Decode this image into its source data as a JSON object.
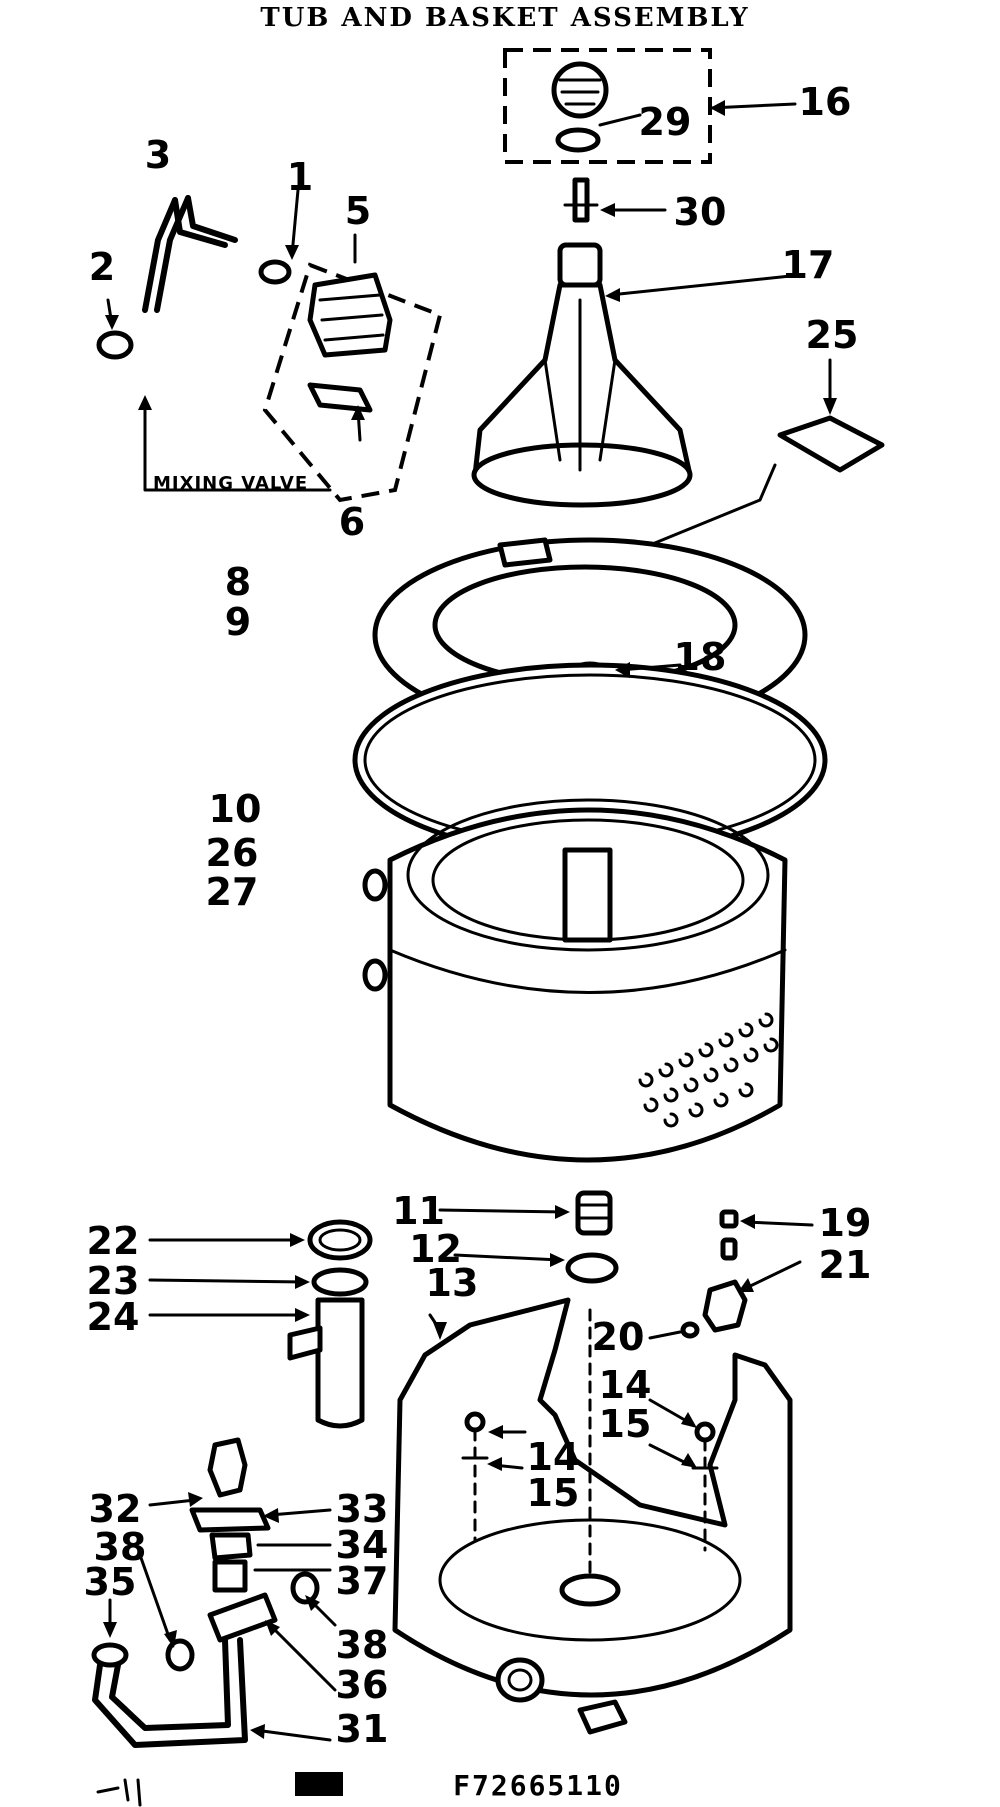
{
  "title": "TUB AND BASKET ASSEMBLY",
  "mixing_valve_label": "MIXING VALVE",
  "diagram_code": "F72665110",
  "callouts": {
    "c1": "1",
    "c2": "2",
    "c3": "3",
    "c5": "5",
    "c6": "6",
    "c8": "8",
    "c9": "9",
    "c10": "10",
    "c11": "11",
    "c12": "12",
    "c13": "13",
    "c14a": "14",
    "c14b": "14",
    "c15a": "15",
    "c15b": "15",
    "c16": "16",
    "c17": "17",
    "c18": "18",
    "c19": "19",
    "c20": "20",
    "c21": "21",
    "c22": "22",
    "c23": "23",
    "c24": "24",
    "c25": "25",
    "c26": "26",
    "c27": "27",
    "c29": "29",
    "c30": "30",
    "c31": "31",
    "c32": "32",
    "c33": "33",
    "c34": "34",
    "c35": "35",
    "c36": "36",
    "c37": "37",
    "c38a": "38",
    "c38b": "38"
  }
}
